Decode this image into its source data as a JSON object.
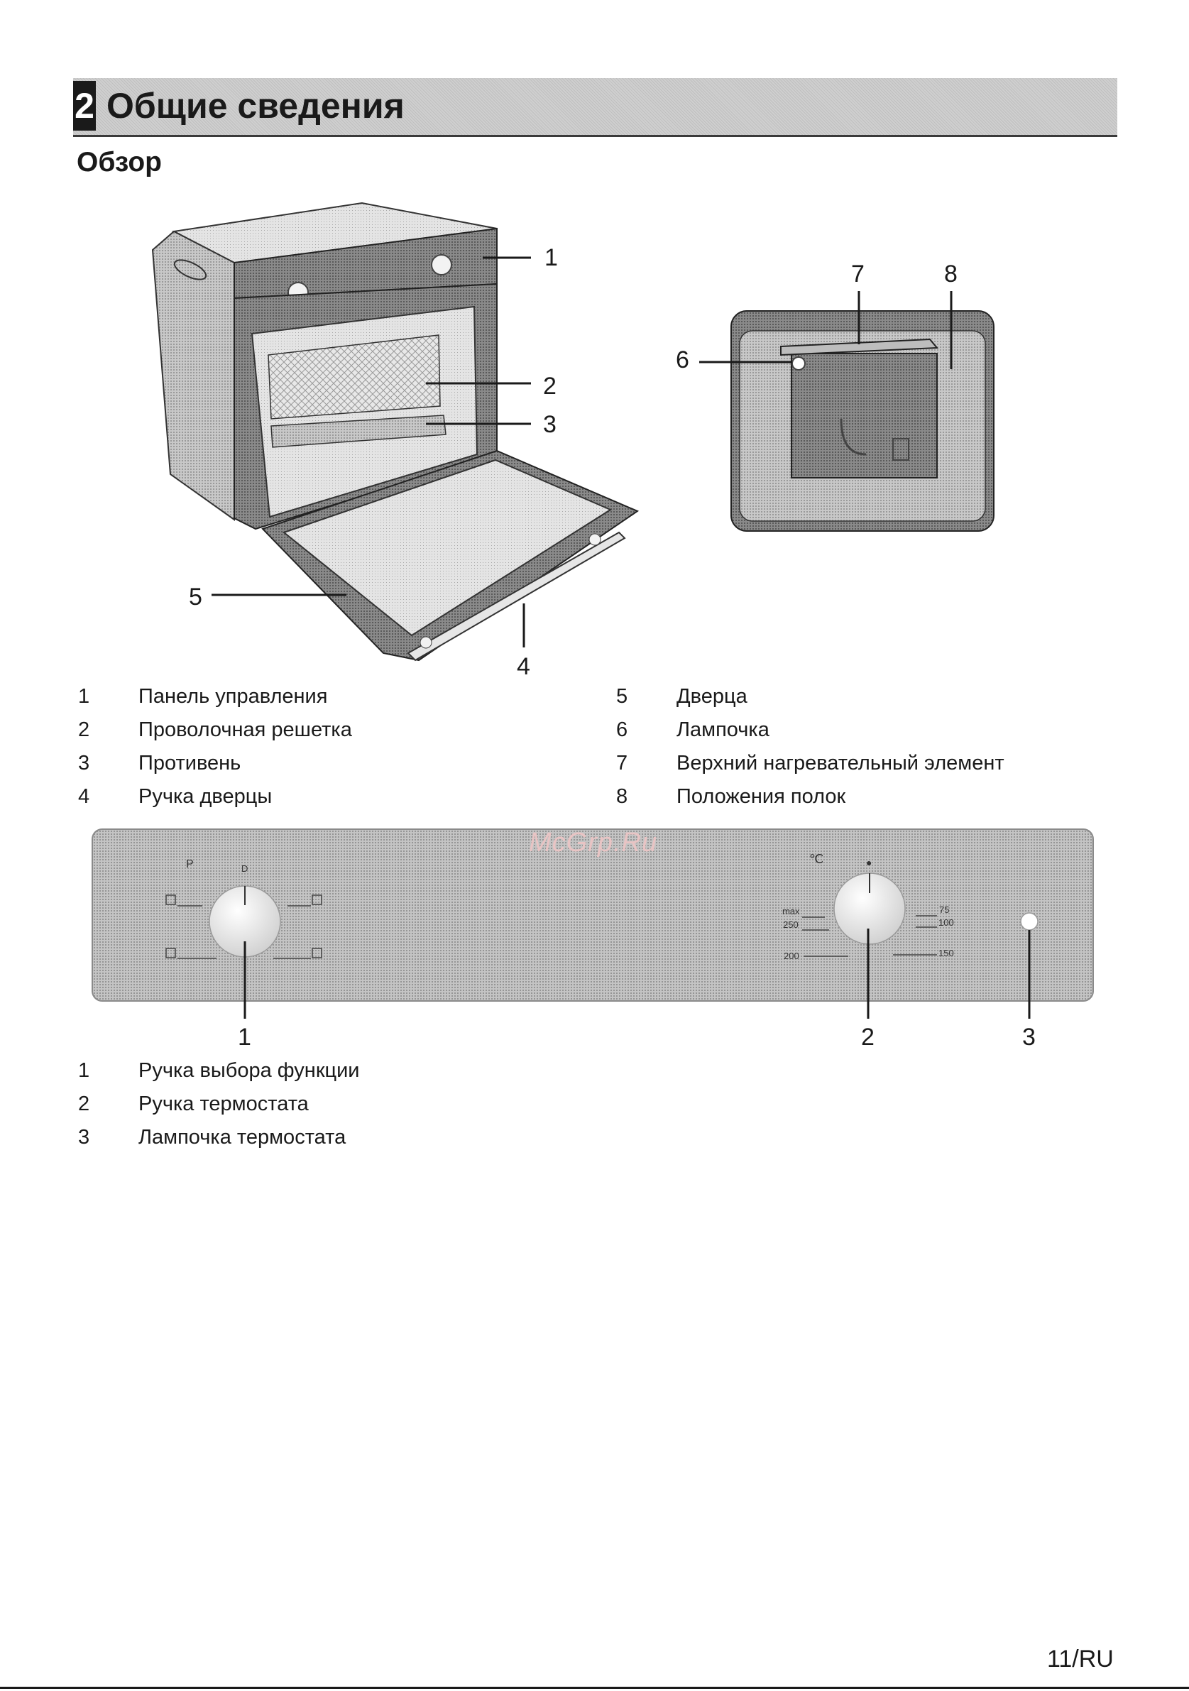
{
  "header": {
    "chapter_number": "2",
    "chapter_title": "Общие сведения"
  },
  "section_title": "Обзор",
  "figure1": {
    "callouts": [
      "1",
      "2",
      "3",
      "4",
      "5"
    ],
    "callouts_right": [
      "6",
      "7",
      "8"
    ]
  },
  "legend1": [
    {
      "num": "1",
      "text": "Панель управления"
    },
    {
      "num": "2",
      "text": "Проволочная решетка"
    },
    {
      "num": "3",
      "text": "Противень"
    },
    {
      "num": "4",
      "text": "Ручка дверцы"
    },
    {
      "num": "5",
      "text": "Дверца"
    },
    {
      "num": "6",
      "text": "Лампочка"
    },
    {
      "num": "7",
      "text": "Верхний нагревательный элемент"
    },
    {
      "num": "8",
      "text": "Положения полок"
    }
  ],
  "control_panel": {
    "left_knob_labels": [
      "P",
      "D"
    ],
    "right_knob_labels": [
      "℃",
      "●"
    ],
    "temp_scale": [
      "max",
      "250",
      "200",
      "75",
      "100",
      "150"
    ],
    "callouts": [
      "1",
      "2",
      "3"
    ]
  },
  "legend2": [
    {
      "num": "1",
      "text": "Ручка выбора функции"
    },
    {
      "num": "2",
      "text": "Ручка термостата"
    },
    {
      "num": "3",
      "text": "Лампочка термостата"
    }
  ],
  "watermark": "McGrp.Ru",
  "page_number": "11/RU",
  "colors": {
    "panel_gray": "#bdbdbd",
    "dark": "#1a1a1a",
    "watermark": "#e8c4c4"
  }
}
